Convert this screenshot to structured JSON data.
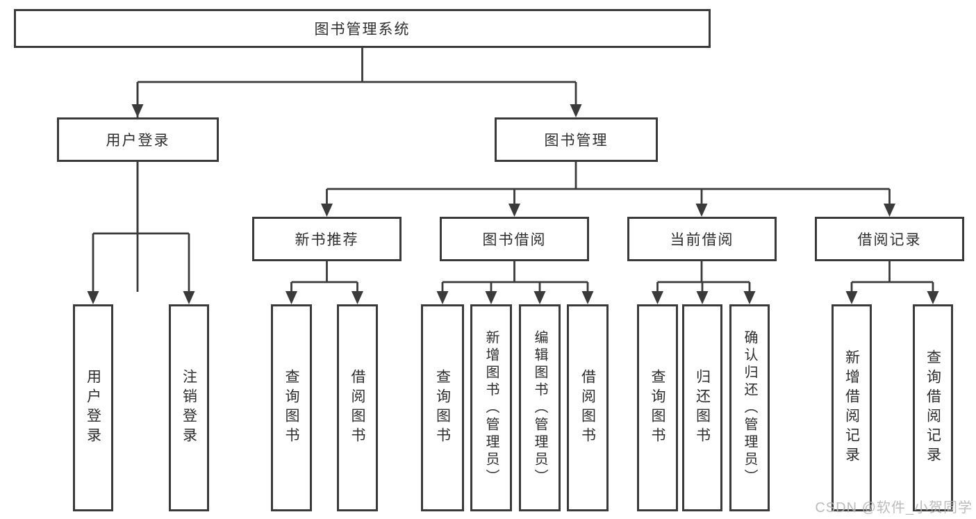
{
  "diagram": {
    "title": "图书管理系统",
    "nodes": {
      "root": {
        "label": "图书管理系统"
      },
      "user_login": {
        "label": "用户登录"
      },
      "book_mgmt": {
        "label": "图书管理"
      },
      "new_book_rec": {
        "label": "新书推荐"
      },
      "book_borrow": {
        "label": "图书借阅"
      },
      "current_borrow": {
        "label": "当前借阅"
      },
      "borrow_records": {
        "label": "借阅记录"
      },
      "leaf_user_login": {
        "label": "用户登录"
      },
      "leaf_logout": {
        "label": "注销登录"
      },
      "leaf_nb_query": {
        "label": "查询图书"
      },
      "leaf_nb_borrow": {
        "label": "借阅图书"
      },
      "leaf_bb_query": {
        "label": "查询图书"
      },
      "leaf_bb_add": {
        "label": "新增图书（管理员）"
      },
      "leaf_bb_edit": {
        "label": "编辑图书（管理员）"
      },
      "leaf_bb_borrow": {
        "label": "借阅图书"
      },
      "leaf_cb_query": {
        "label": "查询图书"
      },
      "leaf_cb_return": {
        "label": "归还图书"
      },
      "leaf_cb_confirm": {
        "label": "确认归还（管理员）"
      },
      "leaf_br_add": {
        "label": "新增借阅记录"
      },
      "leaf_br_query": {
        "label": "查询借阅记录"
      }
    },
    "edges": [
      [
        "root",
        "user_login"
      ],
      [
        "root",
        "book_mgmt"
      ],
      [
        "user_login",
        "leaf_user_login"
      ],
      [
        "user_login",
        "leaf_logout"
      ],
      [
        "book_mgmt",
        "new_book_rec"
      ],
      [
        "book_mgmt",
        "book_borrow"
      ],
      [
        "book_mgmt",
        "current_borrow"
      ],
      [
        "book_mgmt",
        "borrow_records"
      ],
      [
        "new_book_rec",
        "leaf_nb_query"
      ],
      [
        "new_book_rec",
        "leaf_nb_borrow"
      ],
      [
        "book_borrow",
        "leaf_bb_query"
      ],
      [
        "book_borrow",
        "leaf_bb_add"
      ],
      [
        "book_borrow",
        "leaf_bb_edit"
      ],
      [
        "book_borrow",
        "leaf_bb_borrow"
      ],
      [
        "current_borrow",
        "leaf_cb_query"
      ],
      [
        "current_borrow",
        "leaf_cb_return"
      ],
      [
        "current_borrow",
        "leaf_cb_confirm"
      ],
      [
        "borrow_records",
        "leaf_br_add"
      ],
      [
        "borrow_records",
        "leaf_br_query"
      ]
    ]
  },
  "watermark": {
    "text": "CSDN @软件_小贺同学"
  },
  "colors": {
    "line": "#3a3a3a",
    "text": "#2d2d2d",
    "background": "#ffffff",
    "watermark": "#b5b5b5"
  }
}
